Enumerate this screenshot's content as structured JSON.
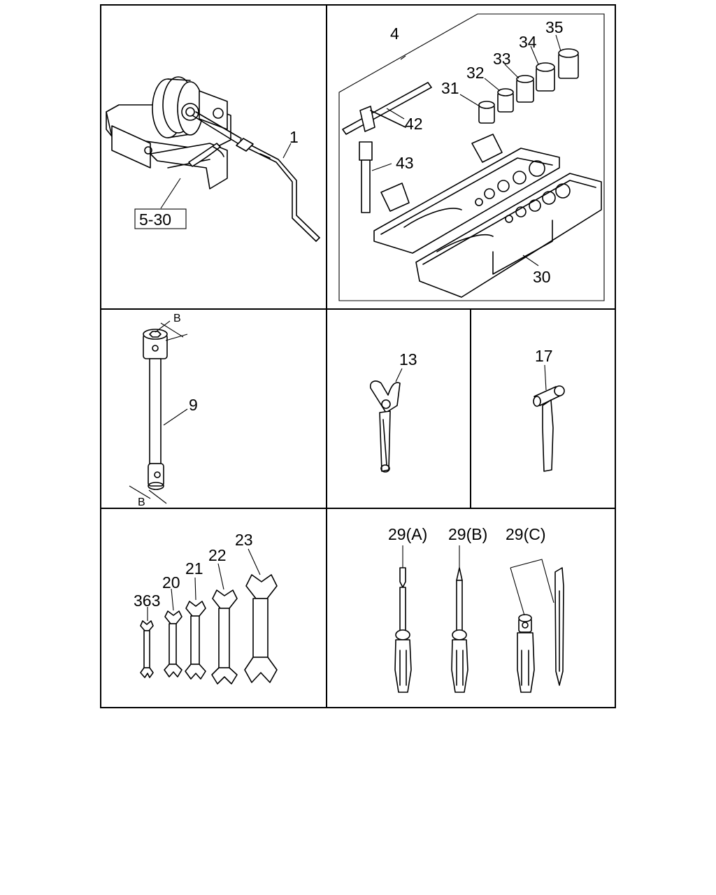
{
  "callouts": {
    "crank_handle": "1",
    "winch_ref": "5-30",
    "tool_kit_set": "4",
    "socket_31": "31",
    "socket_32": "32",
    "socket_33": "33",
    "socket_34": "34",
    "socket_35": "35",
    "tommy_bar": "42",
    "extension_bar": "43",
    "tool_case": "30",
    "wheel_brace": "9",
    "dimension_b_top": "B",
    "dimension_b_bottom": "B",
    "adjustable_wrench": "13",
    "hammer": "17",
    "spanner_363": "363",
    "spanner_20": "20",
    "spanner_21": "21",
    "spanner_22": "22",
    "spanner_23": "23",
    "screwdriver_a": "29(A)",
    "screwdriver_b": "29(B)",
    "screwdriver_c": "29(C)"
  }
}
